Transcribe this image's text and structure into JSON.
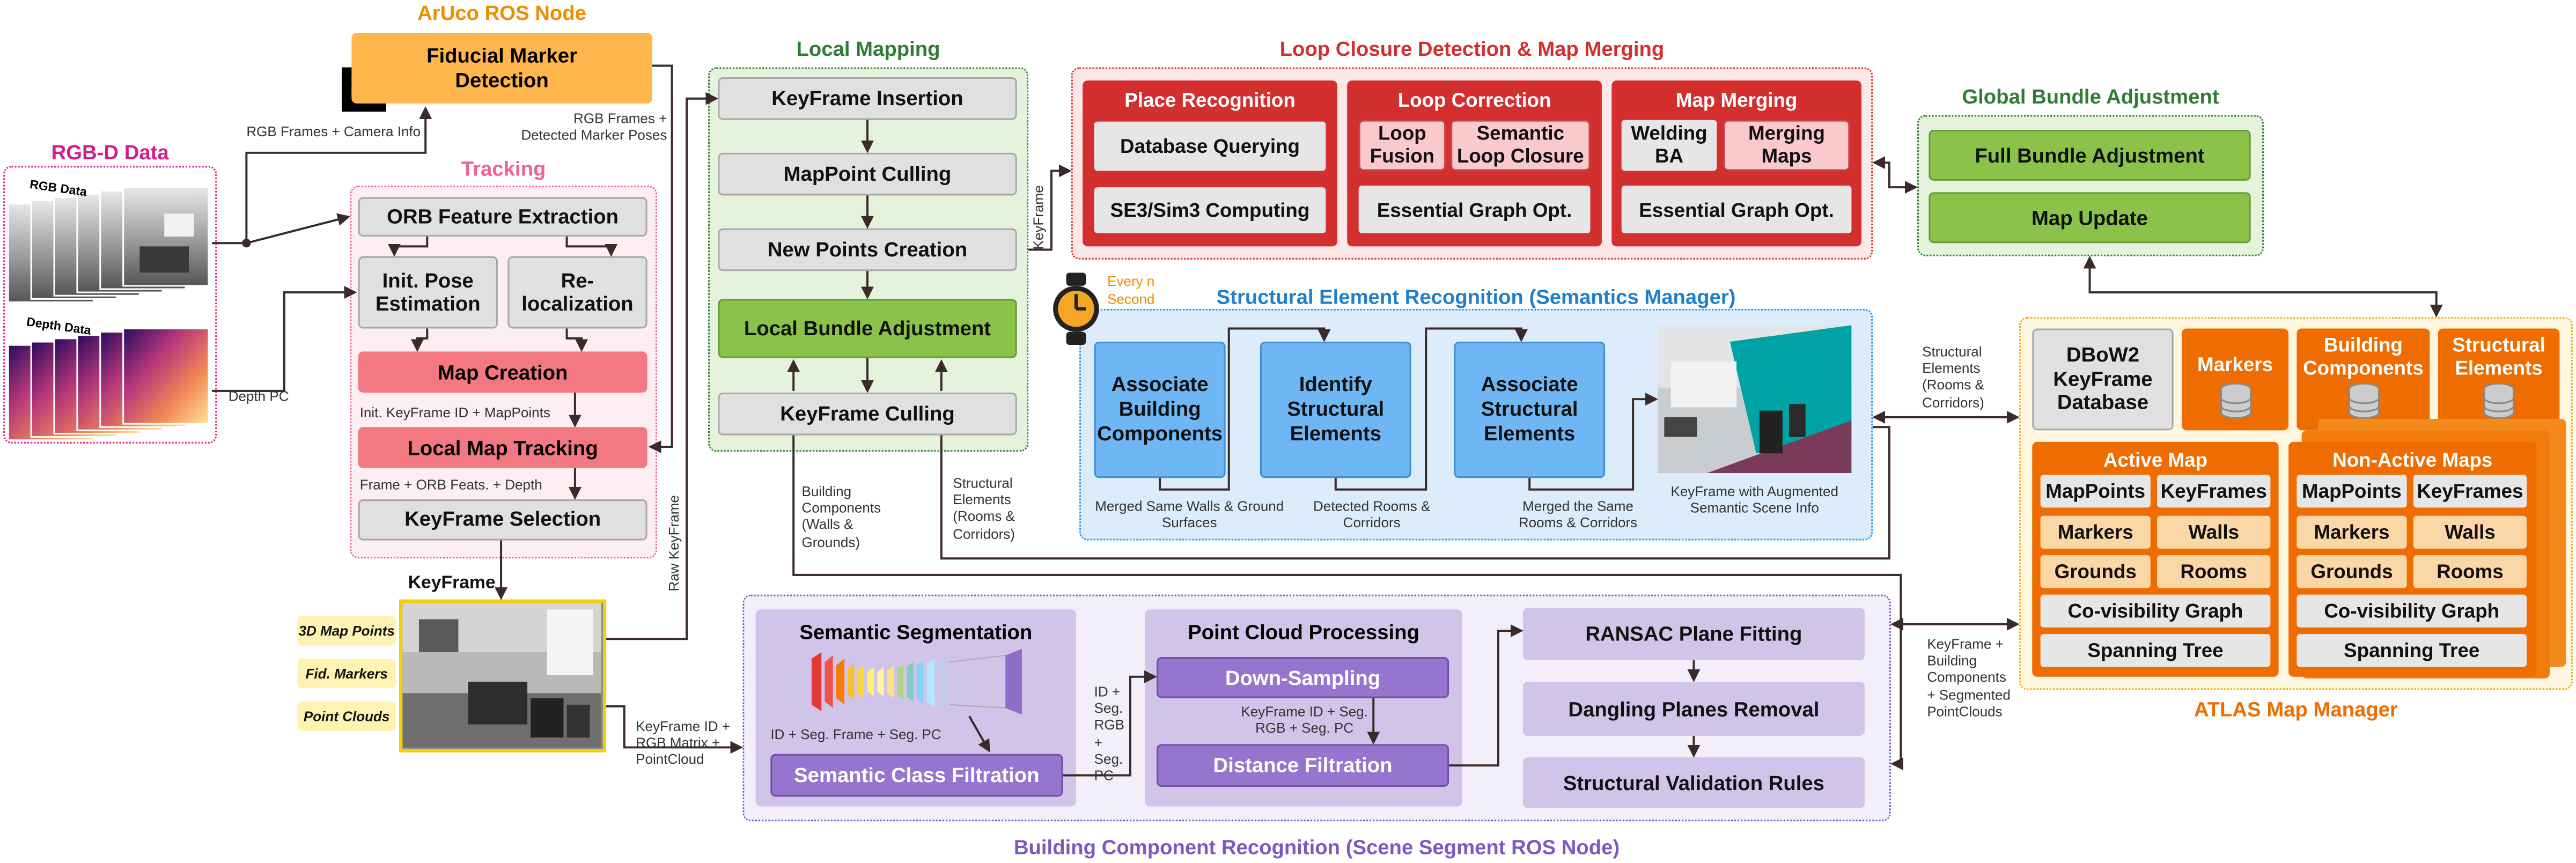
{
  "sections": {
    "rgbd": "RGB-D Data",
    "aruco": "ArUco ROS Node",
    "tracking": "Tracking",
    "local_mapping": "Local Mapping",
    "loop": "Loop Closure Detection & Map Merging",
    "gba": "Global Bundle Adjustment",
    "semantics": "Structural Element Recognition (Semantics Manager)",
    "bcr": "Building Component Recognition (Scene Segment ROS Node)",
    "atlas": "ATLAS Map Manager",
    "keyframe": "KeyFrame"
  },
  "rgbd": {
    "rgb_label": "RGB Data",
    "depth_label": "Depth Data"
  },
  "aruco": {
    "detector": "Fiducial Marker Detection"
  },
  "tracking": {
    "orb": "ORB Feature Extraction",
    "init_pose": "Init. Pose Estimation",
    "reloc": "Re-localization",
    "map_creation": "Map Creation",
    "local_map_tracking": "Local Map Tracking",
    "kf_selection": "KeyFrame Selection",
    "note_init": "Init. KeyFrame ID + MapPoints",
    "note_frame": "Frame + ORB Feats. + Depth"
  },
  "local_mapping": {
    "kf_insertion": "KeyFrame Insertion",
    "mp_culling": "MapPoint Culling",
    "new_points": "New Points Creation",
    "lba": "Local Bundle Adjustment",
    "kf_culling": "KeyFrame Culling"
  },
  "loop": {
    "place_title": "Place Recognition",
    "db_query": "Database Querying",
    "se3": "SE3/Sim3 Computing",
    "correction_title": "Loop Correction",
    "loop_fusion": "Loop Fusion",
    "semantic_loop": "Semantic Loop Closure",
    "essential1": "Essential Graph Opt.",
    "merging_title": "Map Merging",
    "welding": "Welding BA",
    "merging_maps": "Merging Maps",
    "essential2": "Essential Graph Opt."
  },
  "gba": {
    "full": "Full Bundle Adjustment",
    "update": "Map Update"
  },
  "semantics": {
    "timer_note": "Every n Second",
    "assoc_bc": "Associate Building Components",
    "identify": "Identify Structural Elements",
    "assoc_se": "Associate Structural Elements",
    "note_merged_walls": "Merged Same Walls & Ground Surfaces",
    "note_detected": "Detected Rooms & Corridors",
    "note_merged_rooms": "Merged the Same Rooms & Corridors",
    "note_kf": "KeyFrame with Augmented Semantic Scene Info"
  },
  "bcr": {
    "semseg_title": "Semantic Segmentation",
    "semseg_note": "ID + Seg. Frame + Seg. PC",
    "class_filtration": "Semantic Class Filtration",
    "pcp_title": "Point Cloud Processing",
    "downsampling": "Down-Sampling",
    "pcp_note": "KeyFrame ID + Seg. RGB + Seg. PC",
    "distance": "Distance Filtration",
    "ransac": "RANSAC Plane Fitting",
    "dangling": "Dangling Planes Removal",
    "validation": "Structural Validation Rules",
    "note_between": "ID + Seg. RGB + Seg. PC"
  },
  "atlas": {
    "dbow": "DBoW2 KeyFrame Database",
    "markers": "Markers",
    "building_components": "Building Components",
    "structural_elements": "Structural Elements",
    "active_title": "Active Map",
    "nonactive_title": "Non-Active Maps",
    "mappoints": "MapPoints",
    "keyframes": "KeyFrames",
    "markers_item": "Markers",
    "walls": "Walls",
    "grounds": "Grounds",
    "rooms": "Rooms",
    "covis": "Co-visibility Graph",
    "spanning": "Spanning Tree"
  },
  "keyframe_tags": [
    "3D Map Points",
    "Fid. Markers",
    "Point Clouds"
  ],
  "edges": {
    "rgb_frames_camera": "RGB Frames + Camera Info",
    "rgb_detected": "RGB Frames + Detected Marker Poses",
    "depth_pc": "Depth PC",
    "raw_keyframe": "Raw KeyFrame",
    "keyframe_v": "KeyFrame",
    "kf_rgb_matrix": "KeyFrame ID + RGB Matrix + PointCloud",
    "building_components_note": "Building Components (Walls & Grounds)",
    "structural_elements_note": "Structural Elements (Rooms & Corridors)",
    "structural_elements_right": "Structural Elements (Rooms & Corridors)",
    "kf_building_segmented": "KeyFrame + Building Components + Segmented PointClouds"
  },
  "colors": {
    "tracking_border": "#f06292",
    "aruco": "#ffb74d",
    "local_mapping_border": "#2e7d32",
    "loop": "#d32f2f",
    "gba_border": "#2e7d32",
    "semantics": "#2196f3",
    "bcr": "#7e57c2",
    "atlas": "#ef6c00",
    "rgbd": "#d81b8a"
  }
}
